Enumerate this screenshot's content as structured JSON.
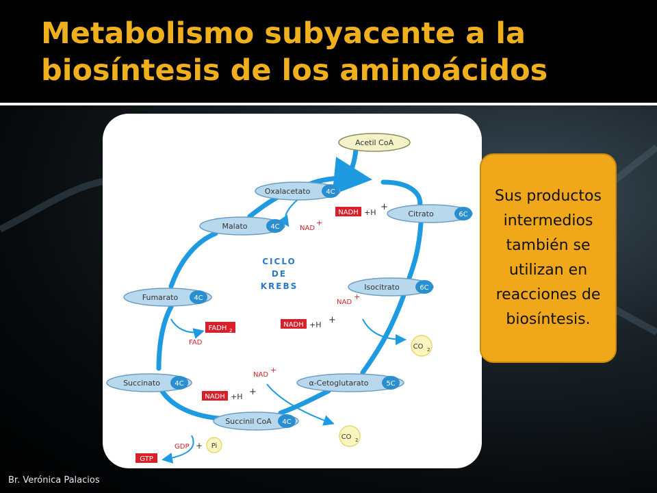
{
  "slide": {
    "title_line1": "Metabolismo subyacente a la",
    "title_line2": "biosíntesis de los aminoácidos",
    "callout_text": "Sus productos intermedios también se utilizan en reacciones de biosíntesis.",
    "footer": "Br. Verónica Palacios"
  },
  "diagram": {
    "center_label": [
      "CICLO",
      "DE",
      "KREBS"
    ],
    "nodes": [
      {
        "name": "Acetil CoA",
        "carbons": ""
      },
      {
        "name": "Oxalacetato",
        "carbons": "4C"
      },
      {
        "name": "Citrato",
        "carbons": "6C"
      },
      {
        "name": "Malato",
        "carbons": "4C"
      },
      {
        "name": "Isocitrato",
        "carbons": "6C"
      },
      {
        "name": "Fumarato",
        "carbons": "4C"
      },
      {
        "name": "Succinato",
        "carbons": "4C"
      },
      {
        "name": "α-Cetoglutarato",
        "carbons": "5C"
      },
      {
        "name": "Succinil CoA",
        "carbons": "4C"
      }
    ],
    "cofactors": {
      "nadh": "NADH",
      "h_plus": "+H",
      "plus": "+",
      "nad_plus": "NAD",
      "fadh2_main": "FADH",
      "fadh2_sub": "2",
      "fad": "FAD",
      "co2_main": "CO",
      "co2_sub": "2",
      "gdp": "GDP",
      "pi": "Pi",
      "gtp": "GTP"
    },
    "colors": {
      "node_fill": "#b8d8ee",
      "badge": "#2a8fd0",
      "arrow": "#1e9ae0",
      "red_box": "#d8202a",
      "red_text": "#d8202a",
      "label_blue": "#2a78c8",
      "acetyl_fill": "#f4f2c8",
      "co2_fill": "#fbf6c0"
    }
  }
}
